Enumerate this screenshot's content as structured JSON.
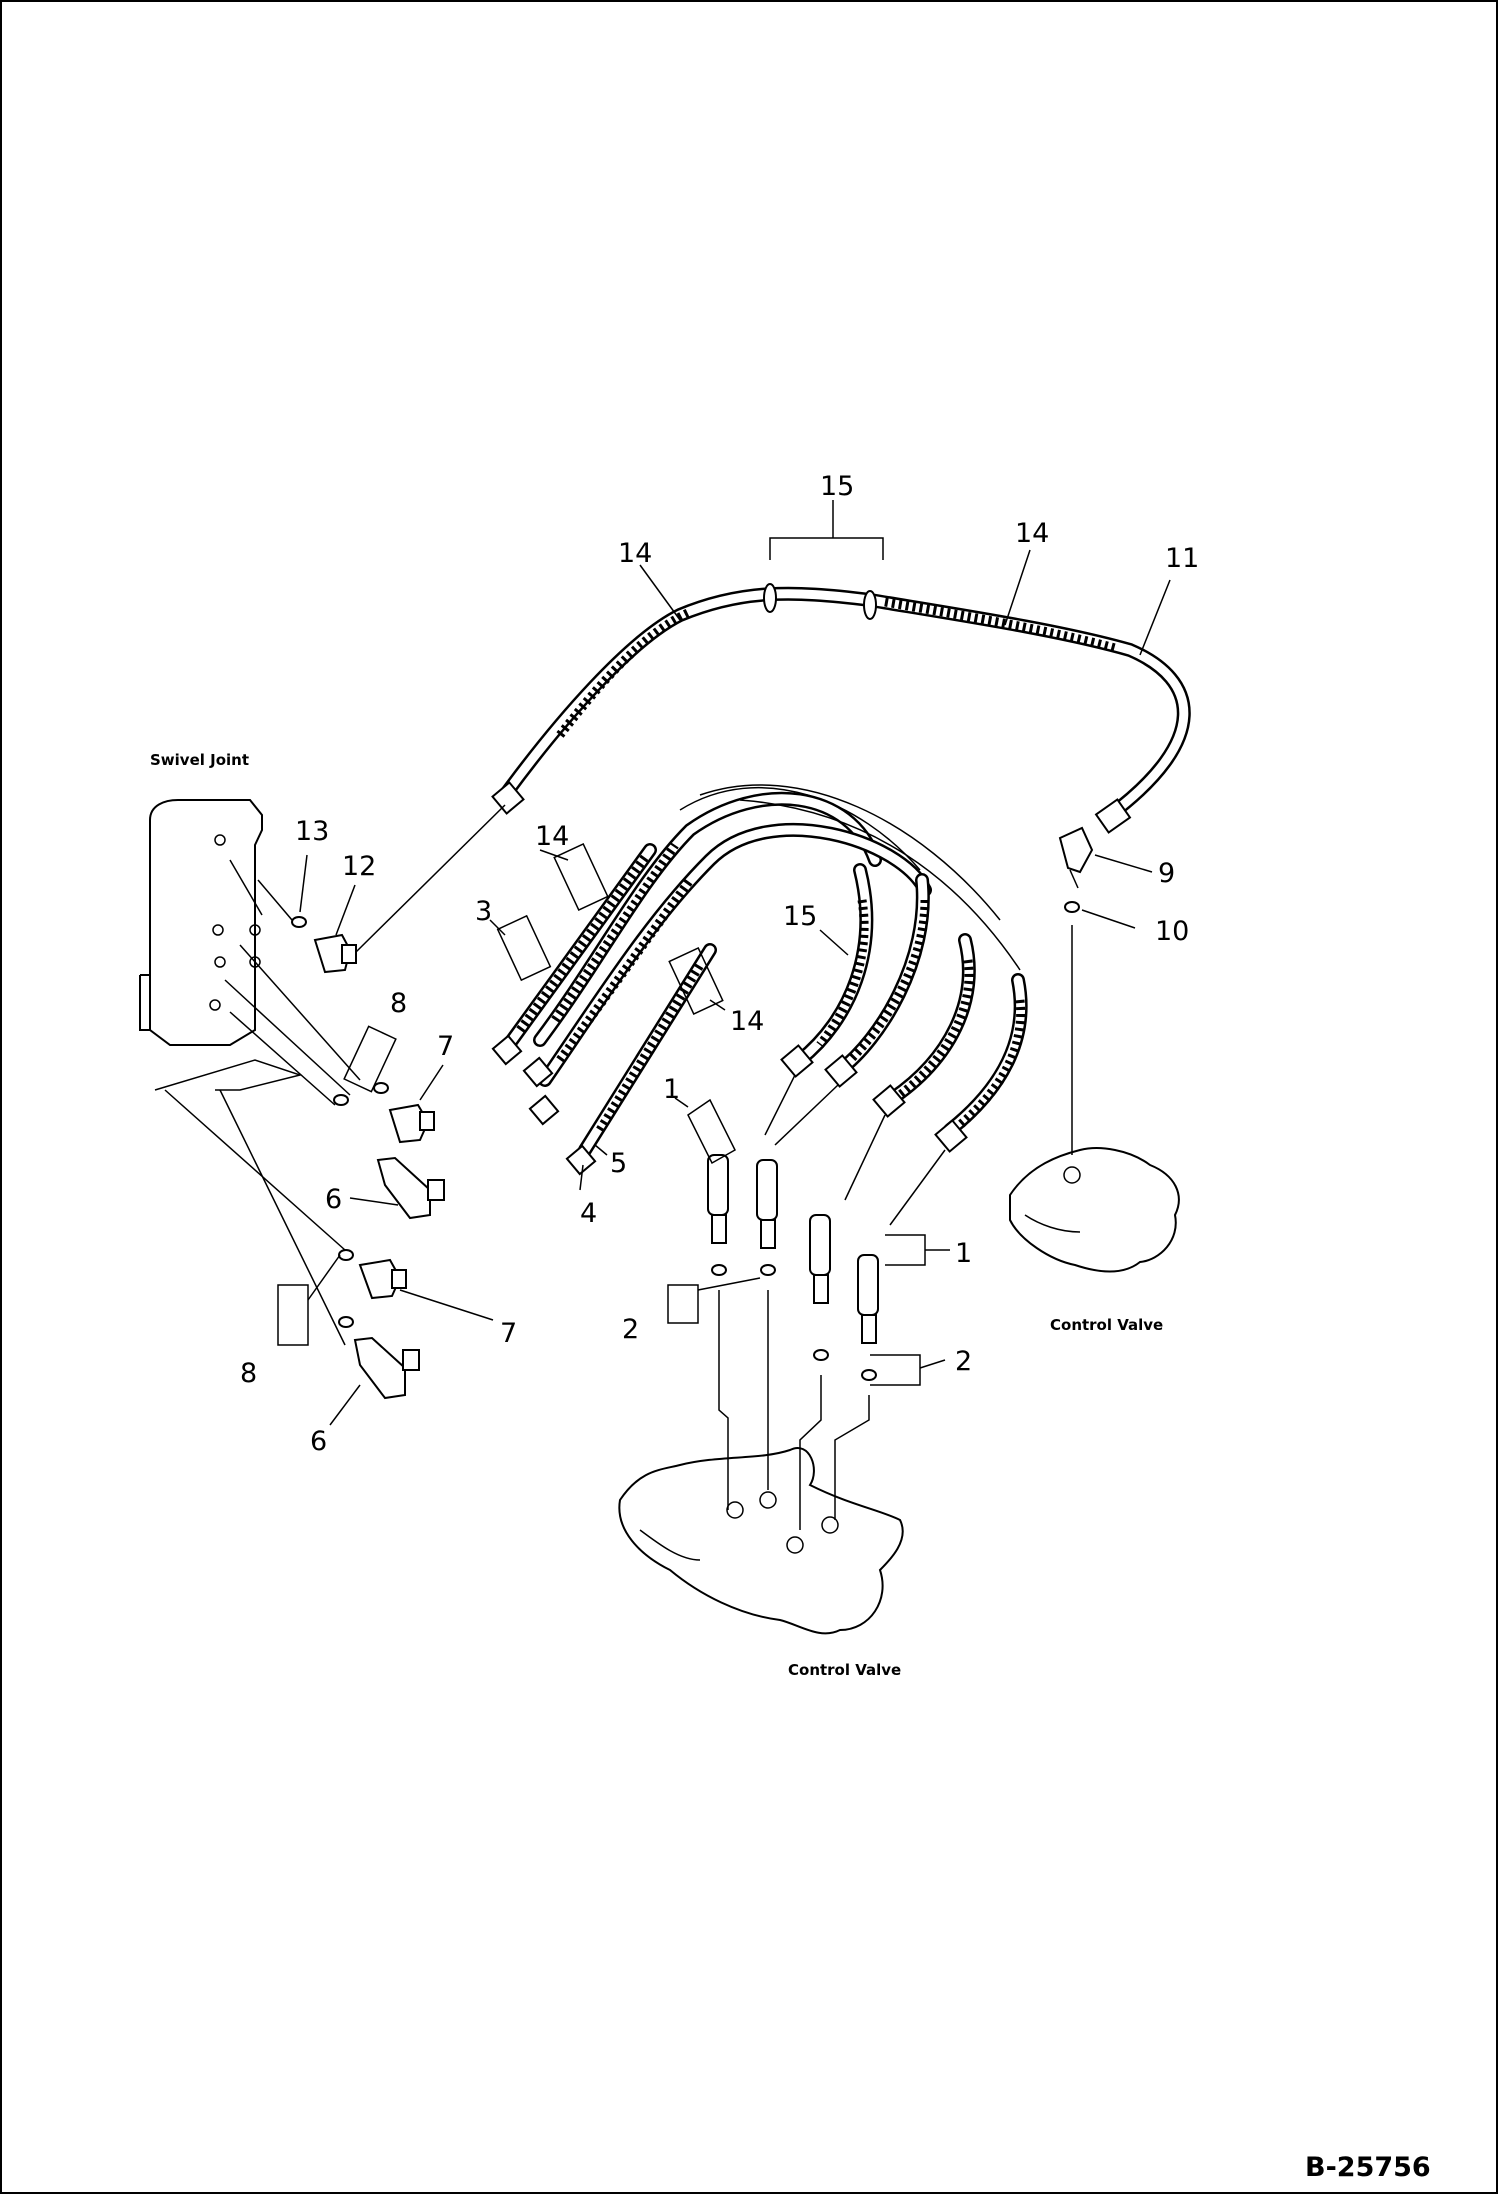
{
  "diagram": {
    "labels": {
      "swivel_joint": "Swivel Joint",
      "control_valve_right": "Control Valve",
      "control_valve_bottom": "Control Valve"
    },
    "drawing_number": "B-25756",
    "callouts": {
      "c15_top": "15",
      "c14_left": "14",
      "c14_mid": "14",
      "c11": "11",
      "c13": "13",
      "c12": "12",
      "c14_box": "14",
      "c3": "3",
      "c15_right": "15",
      "c14_lower": "14",
      "c9": "9",
      "c10": "10",
      "c8_upper": "8",
      "c7_upper": "7",
      "c6_upper": "6",
      "c4": "4",
      "c5": "5",
      "c1_left": "1",
      "c1_right": "1",
      "c2_left": "2",
      "c2_right": "2",
      "c7_lower": "7",
      "c8_lower": "8",
      "c6_lower": "6"
    }
  }
}
